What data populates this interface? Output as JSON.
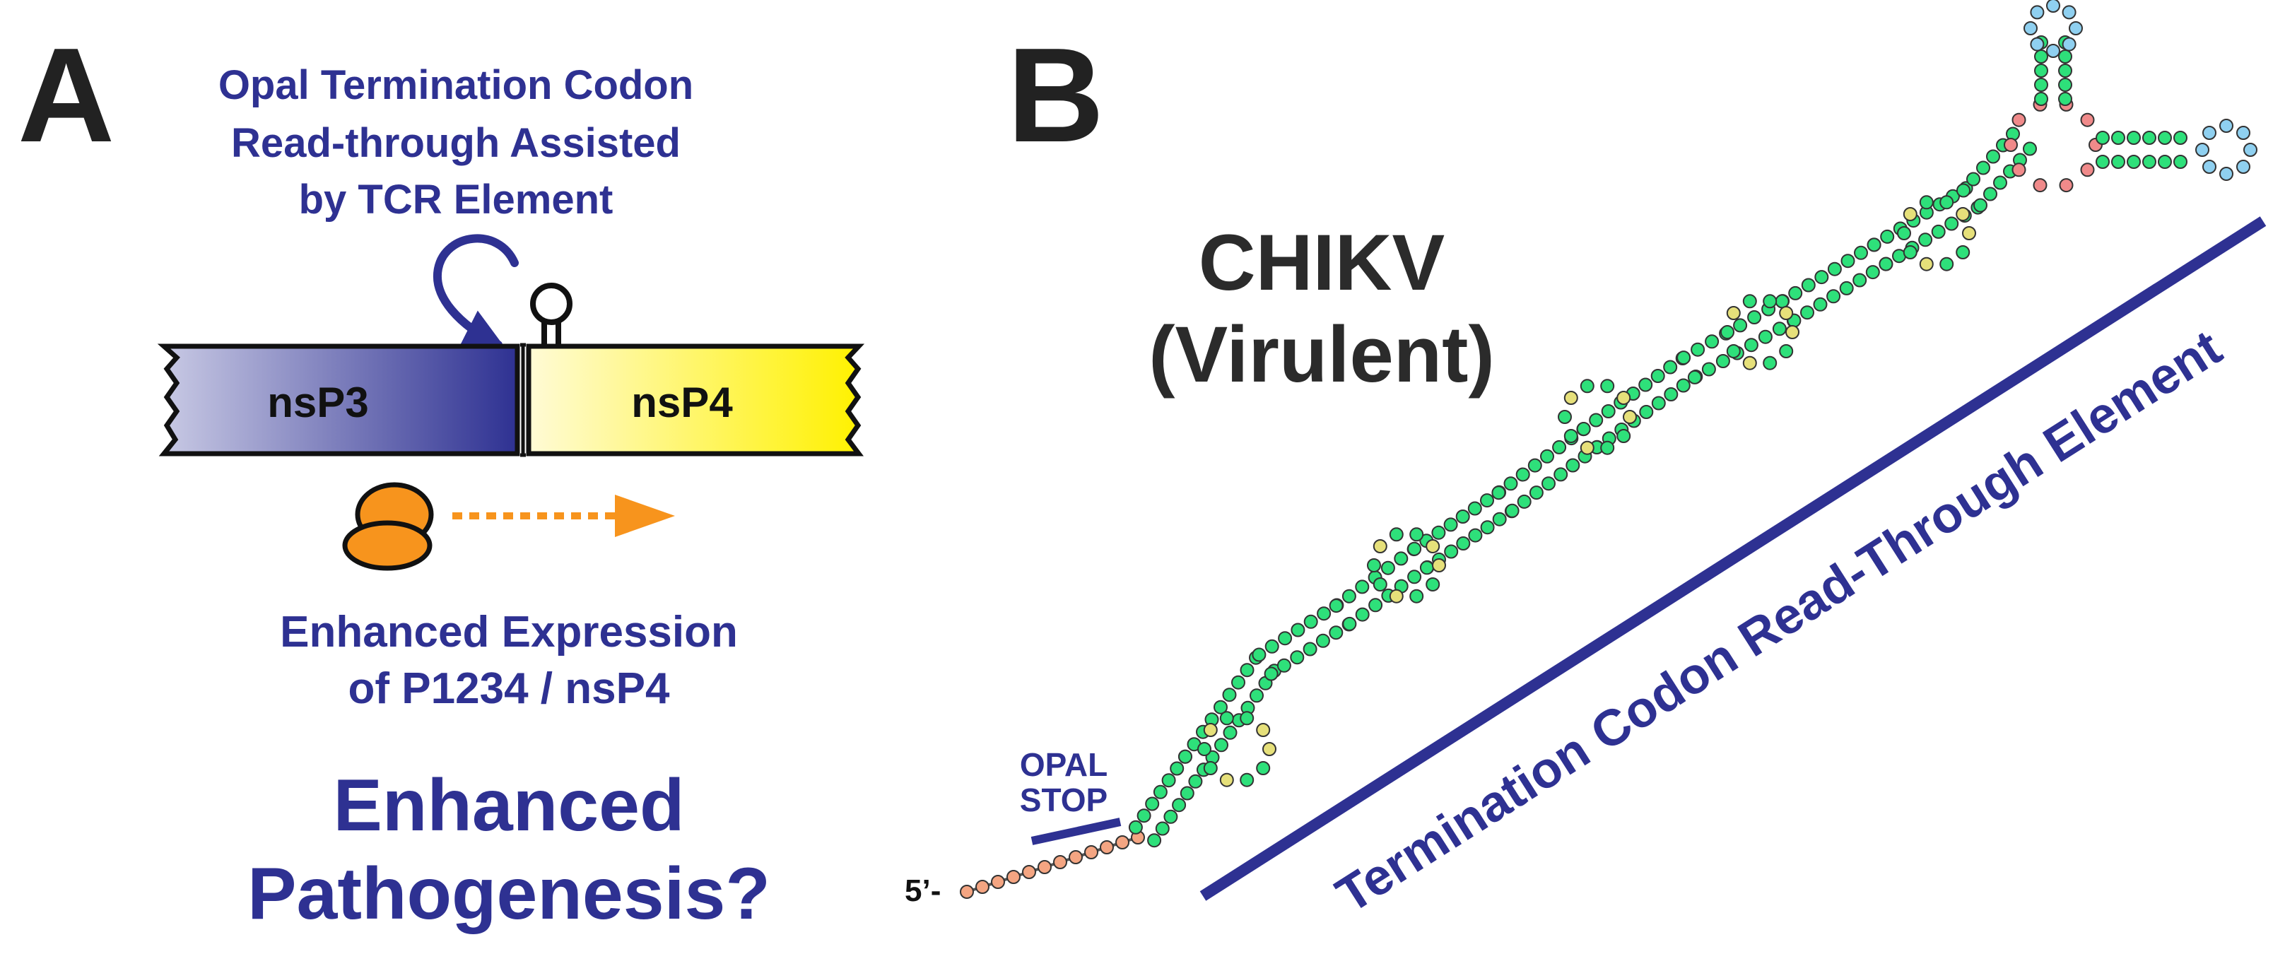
{
  "panel_a": {
    "letter": "A",
    "mechanism_lines": [
      "Opal Termination Codon",
      "Read-through Assisted",
      "by TCR Element"
    ],
    "gene_left": "nsP3",
    "gene_right": "nsP4",
    "expression_lines": [
      "Enhanced Expression",
      "of P1234 / nsP4"
    ],
    "question_lines": [
      "Enhanced",
      "Pathogenesis?"
    ]
  },
  "panel_b": {
    "letter": "B",
    "virus_lines": [
      "CHIKV",
      "(Virulent)"
    ],
    "stop_lines": [
      "OPAL",
      "STOP"
    ],
    "five_prime": "5’-",
    "element_label": "Termination Codon Read-Through Element"
  },
  "colors": {
    "navy": "#2e3192",
    "orange": "#f7941d",
    "paired_nt": "#2ee07a",
    "loop_nt": "#e6e07a",
    "hairpin_nt": "#8fd0f0",
    "junction_nt": "#f08a8a",
    "tail_nt": "#f4a582"
  }
}
